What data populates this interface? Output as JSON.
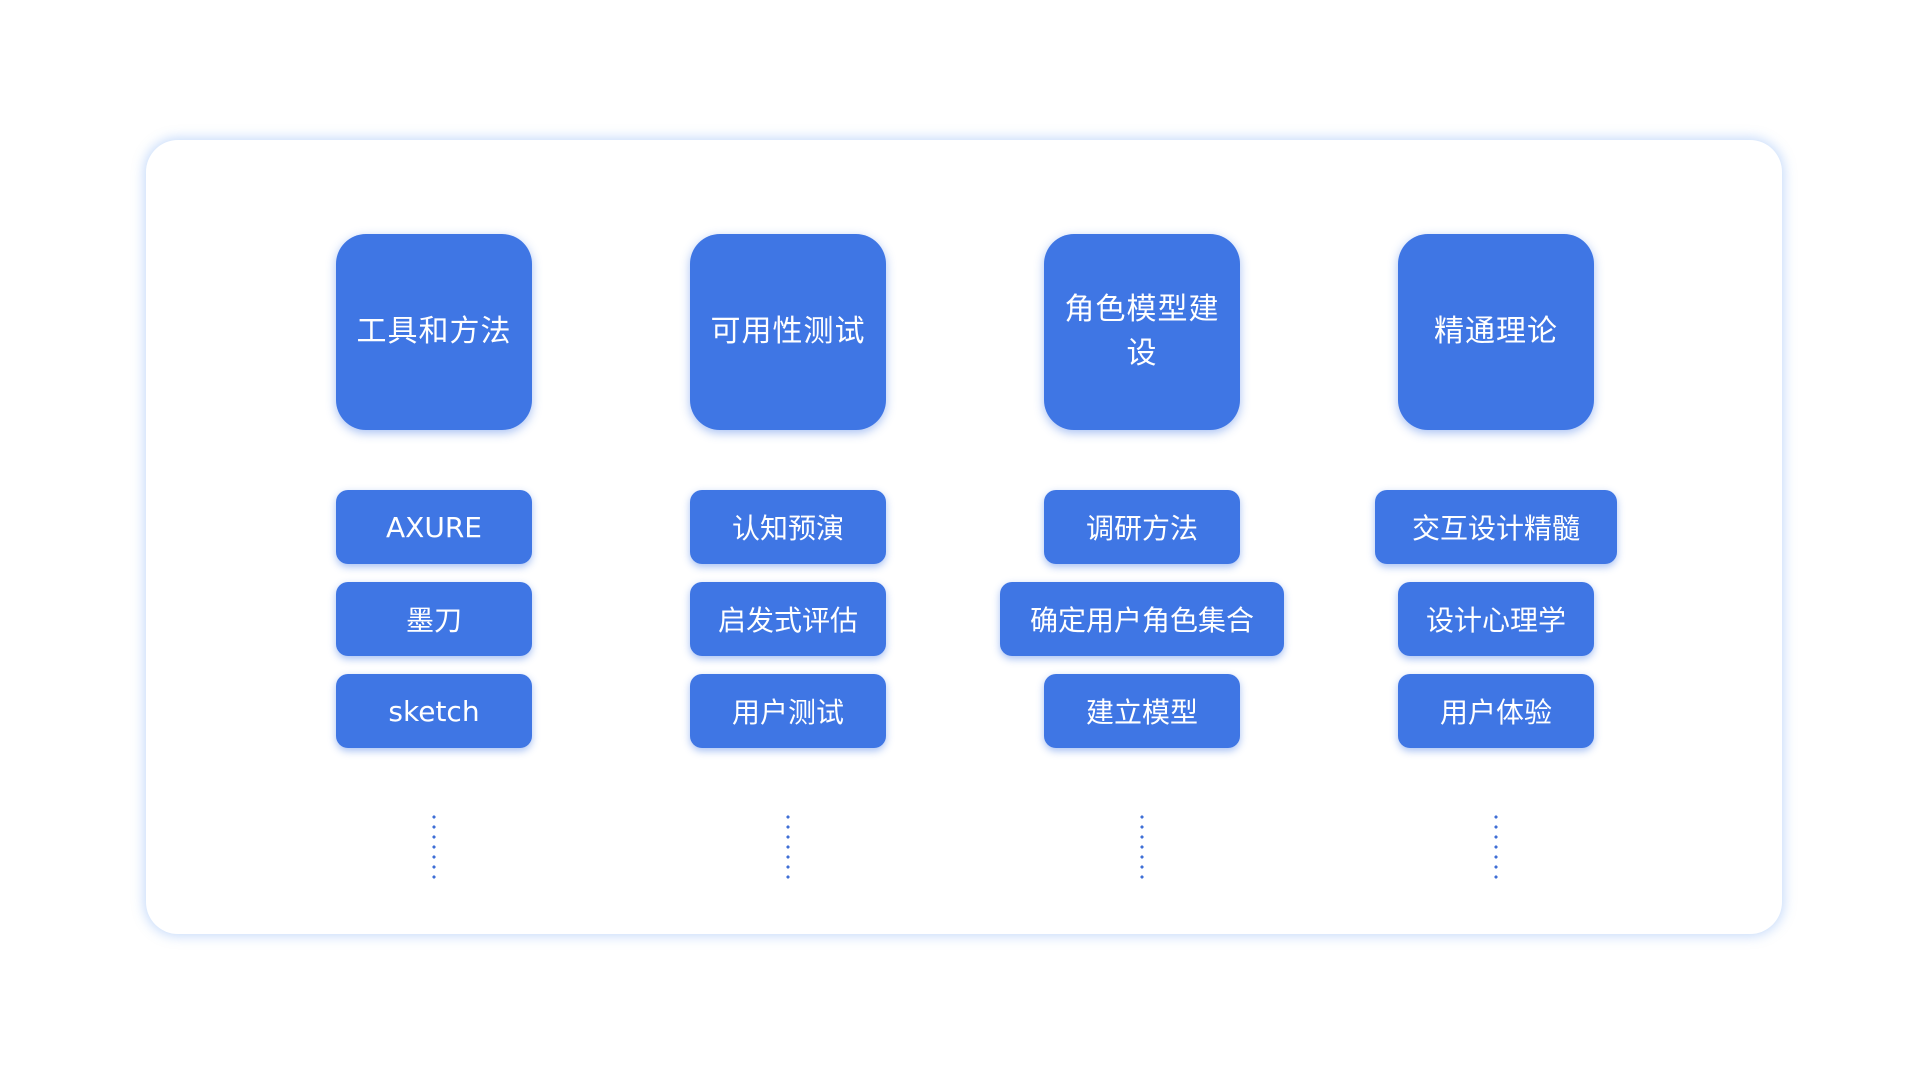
{
  "colors": {
    "block": "#3f76e4",
    "panel_glow": "#5a96f0",
    "dots": "#3f6fd6"
  },
  "columns": [
    {
      "category": "工具和方法",
      "items": [
        "AXURE",
        "墨刀",
        "sketch"
      ]
    },
    {
      "category": "可用性测试",
      "items": [
        "认知预演",
        "启发式评估",
        "用户测试"
      ]
    },
    {
      "category": "角色模型建设",
      "items": [
        "调研方法",
        "确定用户角色集合",
        "建立模型"
      ]
    },
    {
      "category": "精通理论",
      "items": [
        "交互设计精髓",
        "设计心理学",
        "用户体验"
      ]
    }
  ]
}
